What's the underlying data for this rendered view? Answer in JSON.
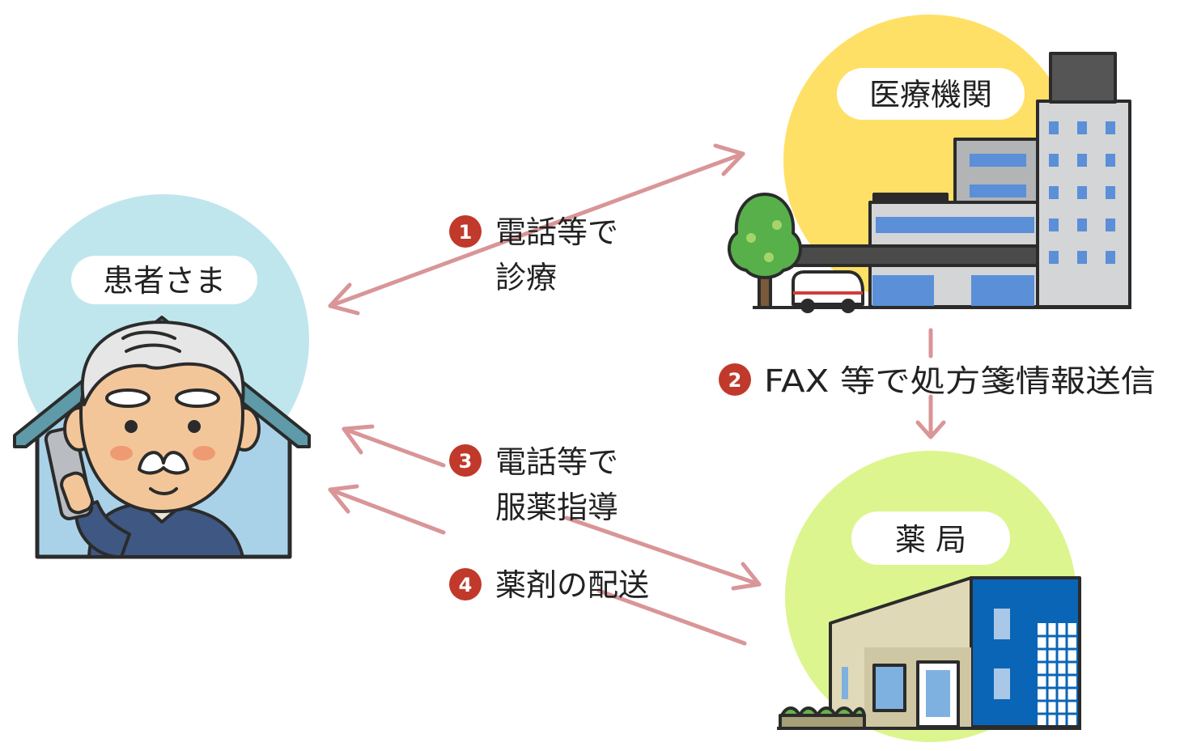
{
  "nodes": {
    "patient": {
      "label": "患者さま"
    },
    "hospital": {
      "label": "医療機関"
    },
    "pharmacy": {
      "label": "薬 局"
    }
  },
  "steps": [
    {
      "num": "1",
      "line1": "電話等で",
      "line2": "診療"
    },
    {
      "num": "2",
      "line1": "FAX 等で処方箋情報送信"
    },
    {
      "num": "3",
      "line1": "電話等で",
      "line2": "服薬指導"
    },
    {
      "num": "4",
      "line1": "薬剤の配送"
    }
  ],
  "colors": {
    "arrow": "#d99597",
    "badge": "#c0392b",
    "patient_circle": "#bfe6ec",
    "hospital_circle": "#ffe066",
    "pharmacy_circle": "#dcf58e",
    "house": "#a9d2e8",
    "roof": "#5e9aa8"
  }
}
